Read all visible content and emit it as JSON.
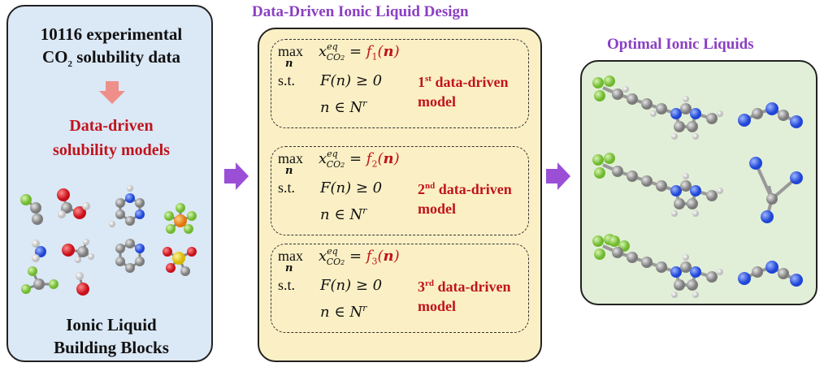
{
  "left_panel": {
    "heading_line1": "10116 experimental",
    "heading_line2_prefix": "CO",
    "heading_line2_sub": "2",
    "heading_line2_suffix": " solubility data",
    "models_line1": "Data-driven",
    "models_line2": "solubility models",
    "footer_line1": "Ionic Liquid",
    "footer_line2": "Building Blocks",
    "colors": {
      "background": "#dbe8f6",
      "accent_red": "#c0141c",
      "arrow": "#ee8f8a"
    }
  },
  "middle_panel": {
    "title": "Data-Driven Ionic Liquid Design",
    "max_label": "max",
    "max_var": "n",
    "st_label": "s.t.",
    "x_symbol": "x",
    "x_sup": "eq",
    "x_sub": "CO",
    "x_sub2": "2",
    "constraint1": "F(n) ≥ 0",
    "constraint2": "n ∈ N",
    "constraint2_sup": "r",
    "models": [
      {
        "f": "f",
        "f_sub": "1",
        "rank": "1",
        "rank_sup": "st",
        "label": " data-driven",
        "label2": "model"
      },
      {
        "f": "f",
        "f_sub": "2",
        "rank": "2",
        "rank_sup": "nd",
        "label": " data-driven",
        "label2": "model"
      },
      {
        "f": "f",
        "f_sub": "3",
        "rank": "3",
        "rank_sup": "rd",
        "label": " data-driven",
        "label2": "model"
      }
    ],
    "colors": {
      "background": "#fbf0c5",
      "title": "#8a3fc2"
    }
  },
  "right_panel": {
    "title": "Optimal Ionic Liquids",
    "colors": {
      "background": "#e2efd8"
    }
  },
  "arrows": {
    "color": "#9b4fd6"
  }
}
